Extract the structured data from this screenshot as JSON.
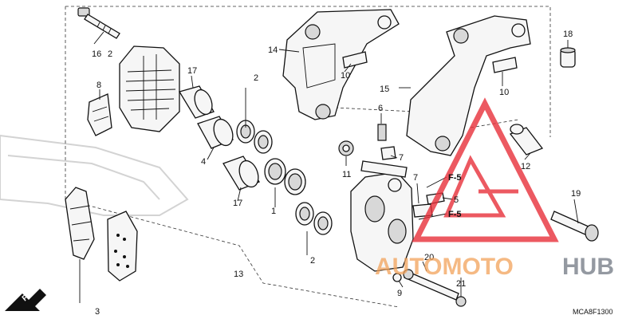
{
  "diagram": {
    "code": "MCA8F1300",
    "direction_label": "FR.",
    "ref_labels": [
      "F-5",
      "F-5"
    ],
    "callouts": [
      "1",
      "2",
      "2",
      "2",
      "3",
      "4",
      "5",
      "6",
      "7",
      "7",
      "8",
      "9",
      "10",
      "10",
      "11",
      "12",
      "13",
      "14",
      "15",
      "16",
      "17",
      "17",
      "18",
      "19",
      "20",
      "21"
    ]
  },
  "watermark": {
    "part1": "AUTOMOTO",
    "part2": "HUB",
    "color1": "#f2a25a",
    "color2": "#5b6470",
    "triangle_color": "#e8303a"
  }
}
